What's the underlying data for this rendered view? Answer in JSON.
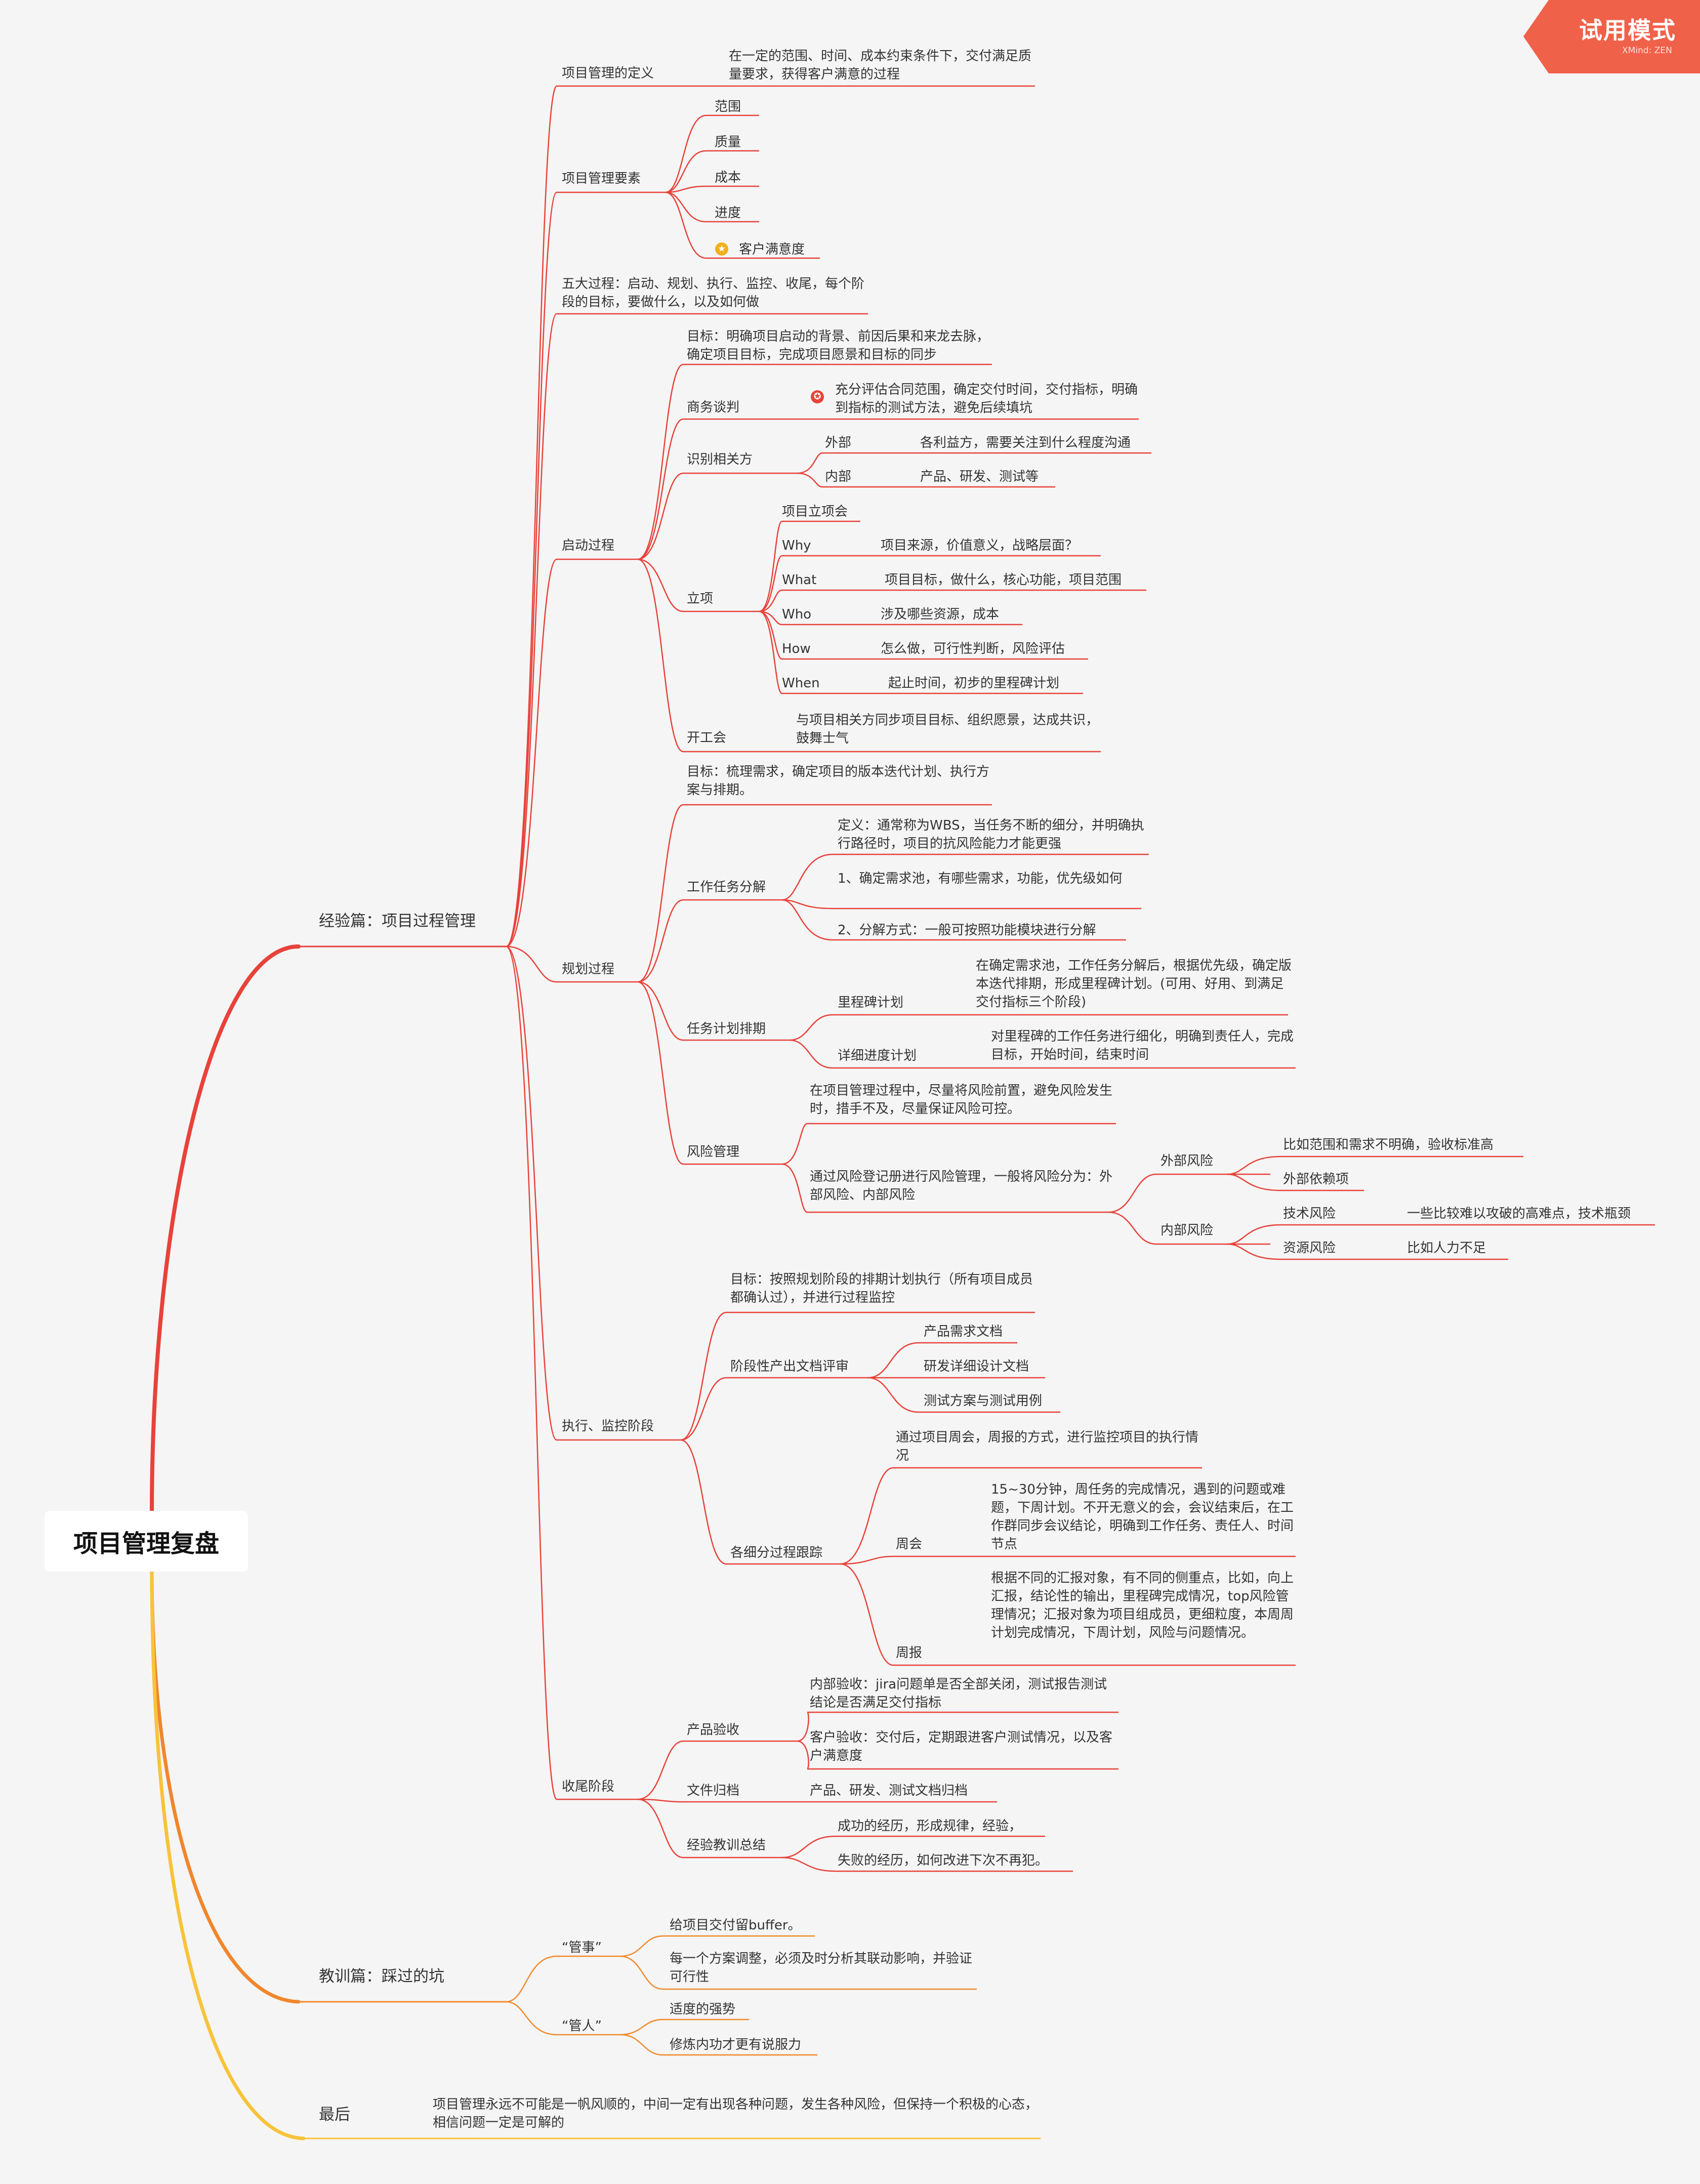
{
  "trial_badge": {
    "label": "试用模式",
    "sub": "XMind: ZEN"
  },
  "root": {
    "title": "项目管理复盘"
  },
  "experience": {
    "title": "经验篇：项目过程管理",
    "definition": {
      "label": "项目管理的定义",
      "text": "在一定的范围、时间、成本约束条件下，交付满足质量要求，获得客户满意的过程"
    },
    "elements": {
      "label": "项目管理要素",
      "items": [
        "范围",
        "质量",
        "成本",
        "进度",
        "客户满意度"
      ],
      "star_icon": "star-icon"
    },
    "five_processes": "五大过程：启动、规划、执行、监控、收尾，每个阶段的目标，要做什么，以及如何做",
    "initiation": {
      "label": "启动过程",
      "goal": "目标：明确项目启动的背景、前因后果和来龙去脉，确定项目目标，完成项目愿景和目标的同步",
      "negotiation": {
        "label": "商务谈判",
        "text": "充分评估合同范围，确定交付时间，交付指标，明确到指标的测试方法，避免后续填坑",
        "icon": "mark-icon"
      },
      "stakeholders": {
        "label": "识别相关方",
        "external": "外部",
        "external_desc": "各利益方，需要关注到什么程度沟通",
        "internal": "内部",
        "internal_desc": "产品、研发、测试等"
      },
      "approval": {
        "label": "立项",
        "meeting": "项目立项会",
        "why": "Why",
        "why_desc": "项目来源，价值意义，战略层面？",
        "what": "What",
        "what_desc": "项目目标，做什么，核心功能，项目范围",
        "who": "Who",
        "who_desc": "涉及哪些资源，成本",
        "how": "How",
        "how_desc": "怎么做，可行性判断，风险评估",
        "when": "When",
        "when_desc": "起止时间，初步的里程碑计划"
      },
      "kickoff": {
        "label": "开工会",
        "text": "与项目相关方同步项目目标、组织愿景，达成共识，鼓舞士气"
      }
    },
    "planning": {
      "label": "规划过程",
      "goal": "目标：梳理需求，确定项目的版本迭代计划、执行方案与排期。",
      "wbs": {
        "label": "工作任务分解",
        "def": "定义：通常称为WBS，当任务不断的细分，并明确执行路径时，项目的抗风险能力才能更强",
        "step1": "1、确定需求池，有哪些需求，功能，优先级如何",
        "step2": "2、分解方式：一般可按照功能模块进行分解"
      },
      "schedule": {
        "label": "任务计划排期",
        "milestone": "里程碑计划",
        "milestone_desc": "在确定需求池，工作任务分解后，根据优先级，确定版本迭代排期，形成里程碑计划。(可用、好用、到满足交付指标三个阶段)",
        "detail": "详细进度计划",
        "detail_desc": "对里程碑的工作任务进行细化，明确到责任人，完成目标，开始时间，结束时间"
      },
      "risk": {
        "label": "风险管理",
        "intro": "在项目管理过程中，尽量将风险前置，避免风险发生时，措手不及，尽量保证风险可控。",
        "register": "通过风险登记册进行风险管理，一般将风险分为：外部风险、内部风险",
        "external": "外部风险",
        "ext1": "比如范围和需求不明确，验收标准高",
        "ext2": "外部依赖项",
        "internal": "内部风险",
        "tech": "技术风险",
        "tech_desc": "一些比较难以攻破的高难点，技术瓶颈",
        "resource": "资源风险",
        "resource_desc": "比如人力不足"
      }
    },
    "execution": {
      "label": "执行、监控阶段",
      "goal": "目标：按照规划阶段的排期计划执行（所有项目成员都确认过），并进行过程监控",
      "review": {
        "label": "阶段性产出文档评审",
        "docs": [
          "产品需求文档",
          "研发详细设计文档",
          "测试方案与测试用例"
        ]
      },
      "tracking": {
        "label": "各细分过程跟踪",
        "intro": "通过项目周会，周报的方式，进行监控项目的执行情况",
        "weekly_meeting": "周会",
        "weekly_meeting_desc": "15~30分钟，周任务的完成情况，遇到的问题或难题，下周计划。不开无意义的会，会议结束后，在工作群同步会议结论，明确到工作任务、责任人、时间节点",
        "weekly_report": "周报",
        "weekly_report_desc": "根据不同的汇报对象，有不同的侧重点，比如，向上汇报，结论性的输出，里程碑完成情况，top风险管理情况；汇报对象为项目组成员，更细粒度，本周周计划完成情况，下周计划，风险与问题情况。"
      }
    },
    "closing": {
      "label": "收尾阶段",
      "acceptance": {
        "label": "产品验收",
        "internal": "内部验收：jira问题单是否全部关闭，测试报告测试结论是否满足交付指标",
        "customer": "客户验收：交付后，定期跟进客户测试情况，以及客户满意度"
      },
      "archive": {
        "label": "文件归档",
        "text": "产品、研发、测试文档归档"
      },
      "lessons": {
        "label": "经验教训总结",
        "success": "成功的经历，形成规律，经验，",
        "failure": "失败的经历，如何改进下次不再犯。"
      }
    }
  },
  "lessons": {
    "title": "教训篇：踩过的坑",
    "manage_things": {
      "label": "“管事”",
      "a": "给项目交付留buffer。",
      "b": "每一个方案调整，必须及时分析其联动影响，并验证可行性"
    },
    "manage_people": {
      "label": "“管人”",
      "a": "适度的强势",
      "b": "修炼内功才更有说服力"
    }
  },
  "finally": {
    "title": "最后",
    "text": "项目管理永远不可能是一帆风顺的，中间一定有出现各种问题，发生各种风险，但保持一个积极的心态，相信问题一定是可解的"
  },
  "colors": {
    "red": "#e8423a",
    "orange": "#f08a2c",
    "yellow": "#f8c33a",
    "badge": "#f0614a"
  }
}
